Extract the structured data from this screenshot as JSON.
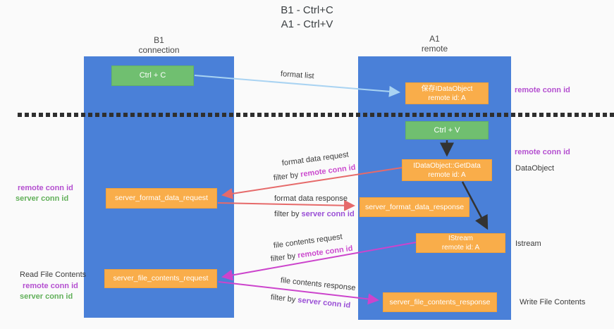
{
  "title": {
    "line1": "B1 - Ctrl+C",
    "line2": "A1 - Ctrl+V"
  },
  "lanes": {
    "left": {
      "title": "B1",
      "subtitle": "connection"
    },
    "right": {
      "title": "A1",
      "subtitle": "remote"
    }
  },
  "nodes": {
    "ctrl_c": {
      "label": "Ctrl + C"
    },
    "save_idataobject": {
      "line1": "保存IDataObject",
      "line2": "remote id: A"
    },
    "ctrl_v": {
      "label": "Ctrl + V"
    },
    "getdata": {
      "line1": "IDataObject::GetData",
      "line2": "remote id: A"
    },
    "format_request": {
      "label": "server_format_data_request"
    },
    "format_response": {
      "label": "server_format_data_response"
    },
    "istream": {
      "line1": "IStream",
      "line2": "remote id: A"
    },
    "file_request": {
      "label": "server_file_contents_request"
    },
    "file_response": {
      "label": "server_file_contents_response"
    }
  },
  "side_labels": {
    "right_remote_conn_id_top": "remote conn id",
    "right_remote_conn_id_mid": "remote conn id",
    "dataobject": "DataObject",
    "istream": "Istream",
    "write_file_contents": "Write File Contents",
    "left_remote_conn_id_top": "remote conn id",
    "left_server_conn_id_top": "server conn id",
    "read_file_contents": "Read File Contents",
    "left_remote_conn_id_bottom": "remote conn id",
    "left_server_conn_id_bottom": "server conn id"
  },
  "arrow_labels": {
    "format_list": "format list",
    "format_data_request": "format data request",
    "format_data_response": "format data response",
    "file_contents_request": "file contents request",
    "file_contents_response": "file contents response",
    "filter_by": "filter by ",
    "remote_conn_id": "remote conn id",
    "server_conn_id": "server conn id"
  },
  "colors": {
    "lane_blue": "#4a80d8",
    "node_green": "#70bf70",
    "node_orange": "#f9ad4a",
    "arrow_red": "#e66a6a",
    "arrow_magenta": "#cc44cc",
    "arrow_lightblue": "#a9d3f2",
    "arrow_black": "#333333",
    "label_purple": "#b44fd0",
    "label_green": "#62b05a"
  }
}
